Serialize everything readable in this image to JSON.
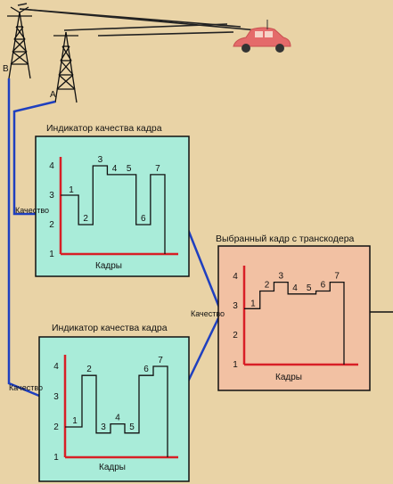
{
  "antennas": {
    "left_label": "В",
    "right_label": "А"
  },
  "indicator_top": {
    "title": "Индикатор качества кадра",
    "xlabel": "Кадры",
    "quality_label": "Качество",
    "yticks": [
      "1",
      "2",
      "3",
      "4"
    ],
    "frames": [
      1,
      2,
      3,
      4,
      5,
      6,
      7
    ],
    "quality": [
      3,
      2,
      4,
      3.7,
      3.7,
      2,
      3.7
    ],
    "frame_labels": [
      "1",
      "2",
      "3",
      "4",
      "5",
      "6",
      "7"
    ]
  },
  "indicator_bottom": {
    "title": "Индикатор качества кадра",
    "xlabel": "Кадры",
    "quality_label": "Качество",
    "yticks": [
      "1",
      "2",
      "3",
      "4"
    ],
    "frames": [
      1,
      2,
      3,
      4,
      5,
      6,
      7
    ],
    "quality": [
      2,
      3.7,
      1.8,
      2.1,
      1.8,
      3.7,
      4
    ],
    "frame_labels": [
      "1",
      "2",
      "3",
      "4",
      "5",
      "6",
      "7"
    ]
  },
  "transcoder": {
    "title": "Выбранный кадр с транскодера",
    "xlabel": "Кадры",
    "quality_label": "Качество",
    "yticks": [
      "1",
      "2",
      "3",
      "4"
    ],
    "frames": [
      1,
      2,
      3,
      4,
      5,
      6,
      7
    ],
    "quality": [
      2.9,
      3.5,
      3.8,
      3.4,
      3.4,
      3.5,
      3.8
    ],
    "frame_labels": [
      "1",
      "2",
      "3",
      "4",
      "5",
      "6",
      "7"
    ]
  },
  "colors": {
    "background": "#e9d3a6",
    "indicator_fill": "#a9ecd9",
    "transcoder_fill": "#f2c1a3",
    "axis": "#d81f26",
    "link": "#1f3fbf",
    "car": "#e46a6a"
  },
  "icons": [
    "antenna-tower-icon",
    "car-icon"
  ]
}
